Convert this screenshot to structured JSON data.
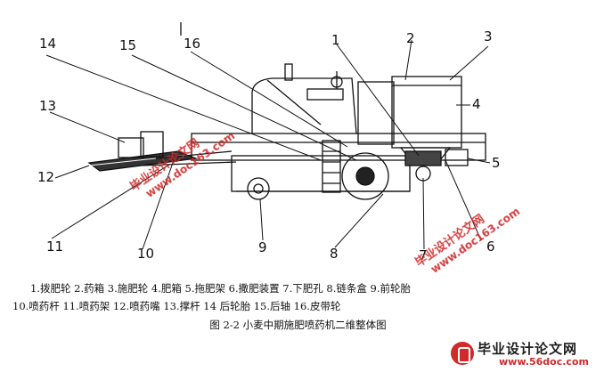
{
  "labels": [
    "14",
    "15",
    "16",
    "1",
    "2",
    "3",
    "4",
    "13",
    "12",
    "11",
    "10",
    "9",
    "8",
    "7",
    "6",
    "5"
  ],
  "watermark_cn": "毕业设计论文网",
  "watermark_url": "www.doc163.com",
  "legend_line1": "1.拨肥轮  2.药箱  3.施肥轮  4.肥箱  5.拖肥架  6.撒肥装置  7.下肥孔  8.链条盒  9.前轮胎",
  "legend_line2": "10.喷药杆  11.喷药架  12.喷药嘴  13.撑杆  14 后轮胎 15.后轴  16.皮带轮",
  "caption": "图 2-2  小麦中期施肥喷药机二维整体图",
  "logo_cn": "毕业设计论文网",
  "logo_url": "www.56doc.com",
  "colors": {
    "line": "#111111",
    "watermark": "#d12a2a"
  }
}
